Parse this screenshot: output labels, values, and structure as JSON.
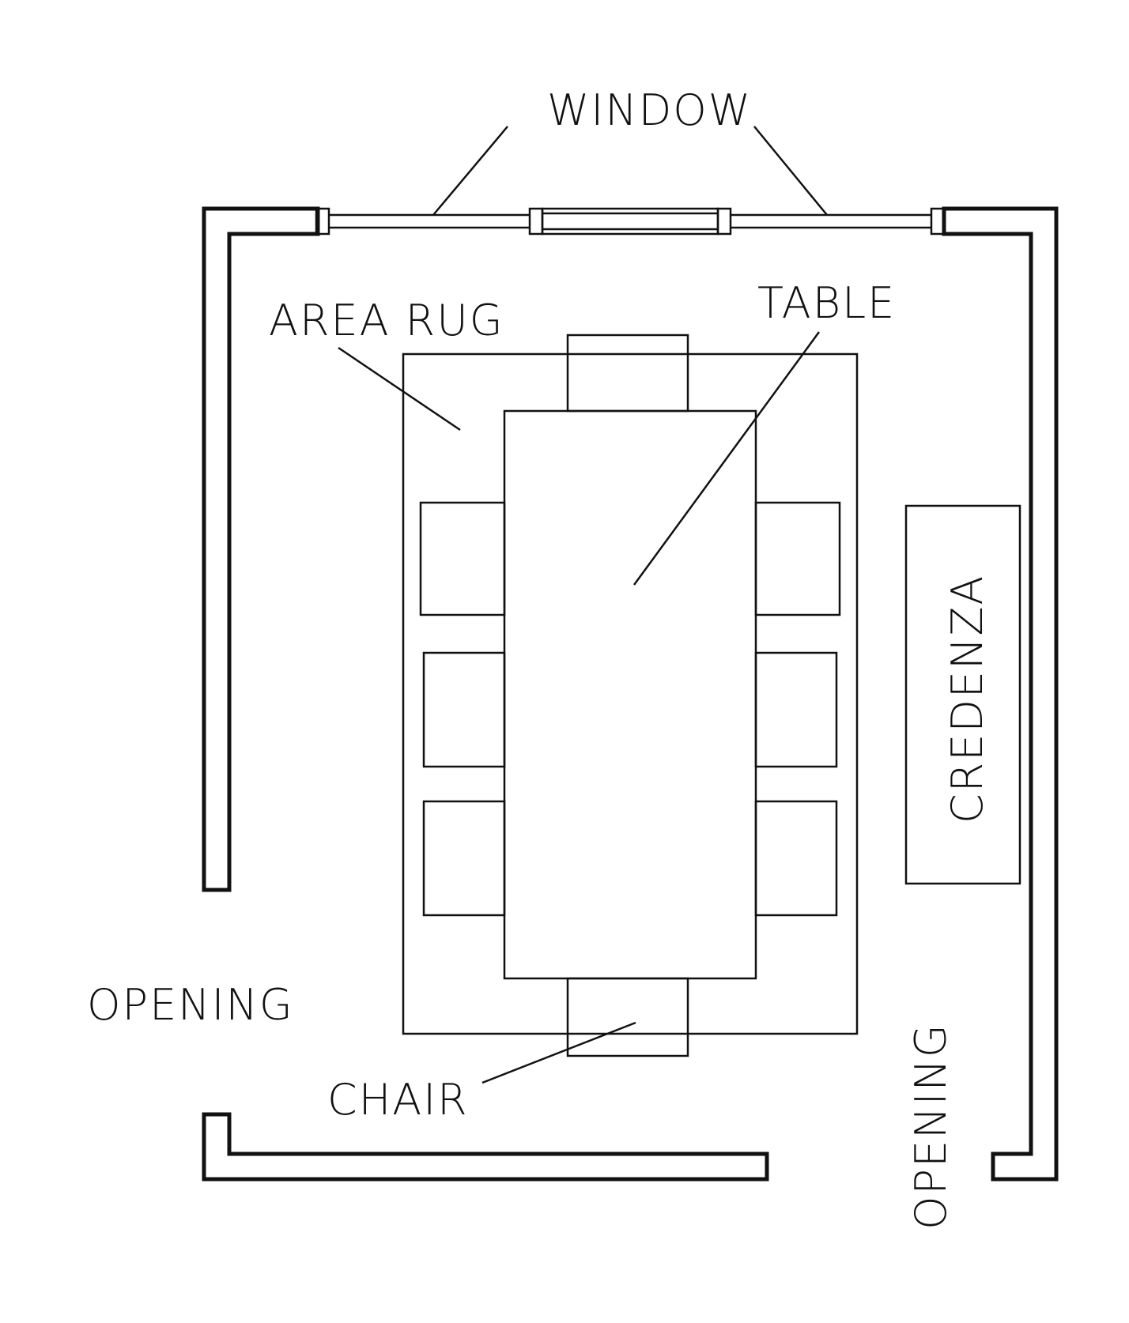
{
  "labels": {
    "window": "WINDOW",
    "area_rug": "AREA RUG",
    "table": "TABLE",
    "credenza": "CREDENZA",
    "opening_left": "OPENING",
    "chair": "CHAIR",
    "opening_right": "OPENING"
  },
  "colors": {
    "line": "#111111",
    "background": "#ffffff"
  }
}
